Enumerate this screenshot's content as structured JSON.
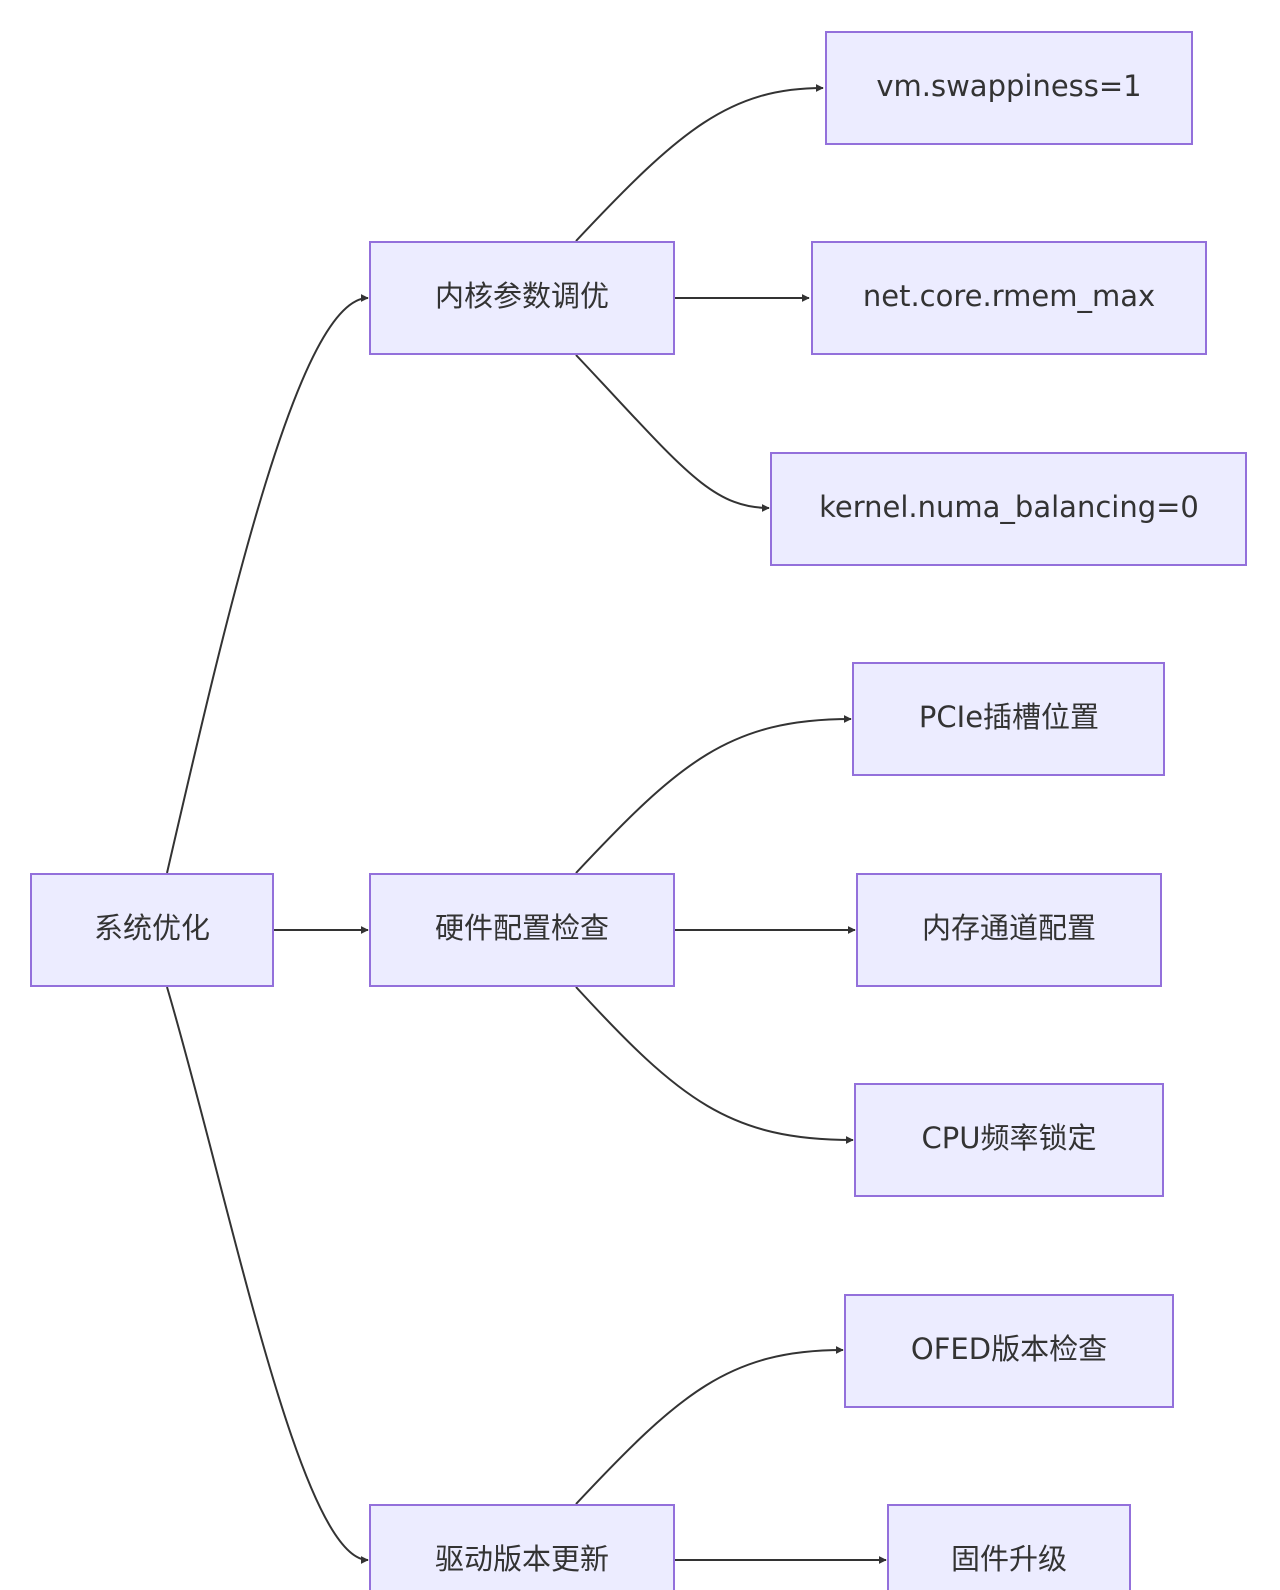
{
  "nodes": {
    "root": {
      "label": "系统优化"
    },
    "kernel": {
      "label": "内核参数调优"
    },
    "hardware": {
      "label": "硬件配置检查"
    },
    "driver": {
      "label": "驱动版本更新"
    },
    "swappiness": {
      "label": "vm.swappiness=1"
    },
    "rmem": {
      "label": "net.core.rmem_max"
    },
    "numa": {
      "label": "kernel.numa_balancing=0"
    },
    "pcie": {
      "label": "PCIe插槽位置"
    },
    "memory": {
      "label": "内存通道配置"
    },
    "cpu": {
      "label": "CPU频率锁定"
    },
    "ofed": {
      "label": "OFED版本检查"
    },
    "firmware": {
      "label": "固件升级"
    }
  },
  "edges": [
    {
      "from": "root",
      "to": "kernel"
    },
    {
      "from": "root",
      "to": "hardware"
    },
    {
      "from": "root",
      "to": "driver"
    },
    {
      "from": "kernel",
      "to": "swappiness"
    },
    {
      "from": "kernel",
      "to": "rmem"
    },
    {
      "from": "kernel",
      "to": "numa"
    },
    {
      "from": "hardware",
      "to": "pcie"
    },
    {
      "from": "hardware",
      "to": "memory"
    },
    {
      "from": "hardware",
      "to": "cpu"
    },
    {
      "from": "driver",
      "to": "ofed"
    },
    {
      "from": "driver",
      "to": "firmware"
    }
  ],
  "colors": {
    "node_fill": "#ececff",
    "node_stroke": "#9370db",
    "edge": "#333333",
    "text": "#333333"
  }
}
